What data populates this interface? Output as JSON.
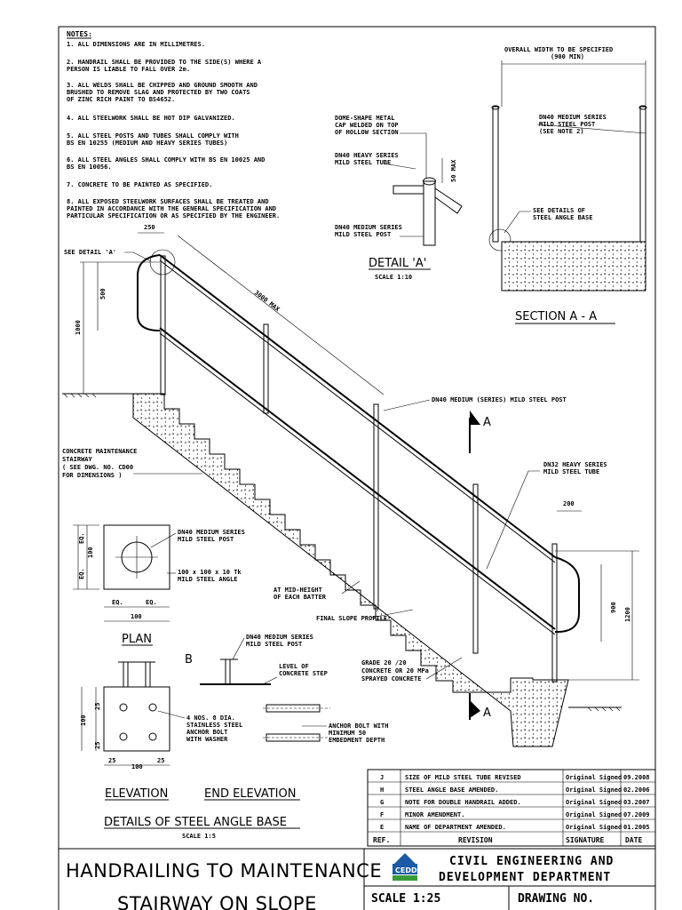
{
  "notes": {
    "heading": "NOTES:",
    "items": [
      "1. ALL DIMENSIONS ARE IN MILLIMETRES.",
      "2. HANDRAIL SHALL BE PROVIDED TO THE SIDE(S) WHERE A",
      "   PERSON IS LIABLE TO FALL OVER 2m.",
      "3. ALL WELDS SHALL BE CHIPPED AND GROUND SMOOTH AND",
      "   BRUSHED TO REMOVE SLAG AND PROTECTED BY TWO COATS",
      "   OF ZINC RICH PAINT TO BS4652.",
      "4. ALL STEELWORK SHALL BE HOT DIP GALVANIZED.",
      "5. ALL STEEL POSTS AND TUBES SHALL COMPLY WITH",
      "   BS EN 10255 (MEDIUM AND HEAVY SERIES TUBES)",
      "6. ALL STEEL ANGLES SHALL COMPLY WITH BS EN 10025 AND",
      "   BS EN 10056.",
      "7. CONCRETE TO BE PAINTED AS SPECIFIED.",
      "8. ALL EXPOSED STEELWORK SURFACES SHALL BE TREATED AND",
      "   PAINTED IN ACCORDANCE WITH THE GENERAL SPECIFICATION AND",
      "   PARTICULAR SPECIFICATION OR AS SPECIFIED BY THE ENGINEER."
    ]
  },
  "detail_a": {
    "cap_lines": [
      "DOME-SHAPE METAL",
      "CAP WELDED ON TOP",
      "OF HOLLOW SECTION"
    ],
    "tube_lines": [
      "DN40 HEAVY SERIES",
      "MILD STEEL TUBE"
    ],
    "post_lines": [
      "DN40 MEDIUM SERIES",
      "MILD STEEL POST"
    ],
    "dim": "50 MAX",
    "title": "DETAIL 'A'",
    "scale": "SCALE 1:10"
  },
  "section_aa": {
    "width_lines": [
      "OVERALL WIDTH TO BE SPECIFIED",
      "(900 MIN)"
    ],
    "post_lines": [
      "DN40 MEDIUM SERIES",
      "MILD STEEL POST",
      "(SEE NOTE 2)"
    ],
    "base_lines": [
      "SEE DETAILS OF",
      "STEEL ANGLE BASE"
    ],
    "title": "SECTION A - A"
  },
  "elevation": {
    "see_detail": "SEE DETAIL 'A'",
    "dim_250_top": "250",
    "dim_500": "500",
    "dim_1000": "1000",
    "dim_max": "3000 MAX",
    "post_label": "DN40 MEDIUM (SERIES) MILD STEEL POST",
    "stair_lines": [
      "CONCRETE MAINTENANCE",
      "STAIRWAY",
      "( SEE DWG. NO. CD00",
      "FOR DIMENSIONS )"
    ],
    "tube_lines": [
      "DN32 HEAVY SERIES",
      "MILD STEEL TUBE"
    ],
    "dim_200": "200",
    "dim_900": "900",
    "dim_1200": "1200",
    "batter_lines": [
      "AT MID-HEIGHT",
      "OF EACH BATTER"
    ],
    "slope_label": "FINAL SLOPE PROFILE",
    "grade_lines": [
      "GRADE 20 /20",
      "CONCRETE OR 20 MPa",
      "SPRAYED CONCRETE"
    ],
    "section_mark": "A"
  },
  "plan": {
    "post_lines": [
      "DN40 MEDIUM SERIES",
      "MILD STEEL POST"
    ],
    "angle_lines": [
      "100 x 100 x 10 Tk",
      "MILD STEEL ANGLE"
    ],
    "dim_eq": "EQ.",
    "dim_100": "100",
    "title": "PLAN"
  },
  "base_elev": {
    "post_lines": [
      "DN40 MEDIUM SERIES",
      "MILD STEEL POST"
    ],
    "level_lines": [
      "LEVEL OF",
      "CONCRETE STEP"
    ],
    "bolt_lines": [
      "4 NOS. 8 DIA.",
      "STAINLESS STEEL",
      "ANCHOR BOLT",
      "WITH WASHER"
    ],
    "anchor_lines": [
      "ANCHOR BOLT WITH",
      "MINIMUM 50",
      "EMBEDMENT DEPTH"
    ],
    "mark_b": "B",
    "dim_25": "25",
    "elev_title": "ELEVATION",
    "end_title": "END ELEVATION",
    "details_title": "DETAILS OF STEEL ANGLE BASE",
    "details_scale": "SCALE 1:5"
  },
  "revisions": {
    "rows": [
      {
        "ref": "J",
        "text": "SIZE OF MILD STEEL TUBE REVISED",
        "sig": "Original Signed",
        "date": "09.2008"
      },
      {
        "ref": "H",
        "text": "STEEL ANGLE BASE AMENDED.",
        "sig": "Original Signed",
        "date": "02.2006"
      },
      {
        "ref": "G",
        "text": "NOTE FOR DOUBLE HANDRAIL ADDED.",
        "sig": "Original Signed",
        "date": "03.2007"
      },
      {
        "ref": "F",
        "text": "MINOR AMENDMENT.",
        "sig": "Original Signed",
        "date": "07.2009"
      },
      {
        "ref": "E",
        "text": "NAME OF DEPARTMENT AMENDED.",
        "sig": "Original Signed",
        "date": "01.2005"
      }
    ],
    "h_ref": "REF.",
    "h_rev": "REVISION",
    "h_sig": "SIGNATURE",
    "h_date": "DATE"
  },
  "title_block": {
    "title_line1": "HANDRAILING TO MAINTENANCE",
    "title_line2": "STAIRWAY ON SLOPE",
    "logo_text": "CEDD",
    "dept_line1": "CIVIL ENGINEERING AND",
    "dept_line2": "DEVELOPMENT DEPARTMENT",
    "scale": "SCALE 1:25",
    "drawing_no_label": "DRAWING NO."
  }
}
